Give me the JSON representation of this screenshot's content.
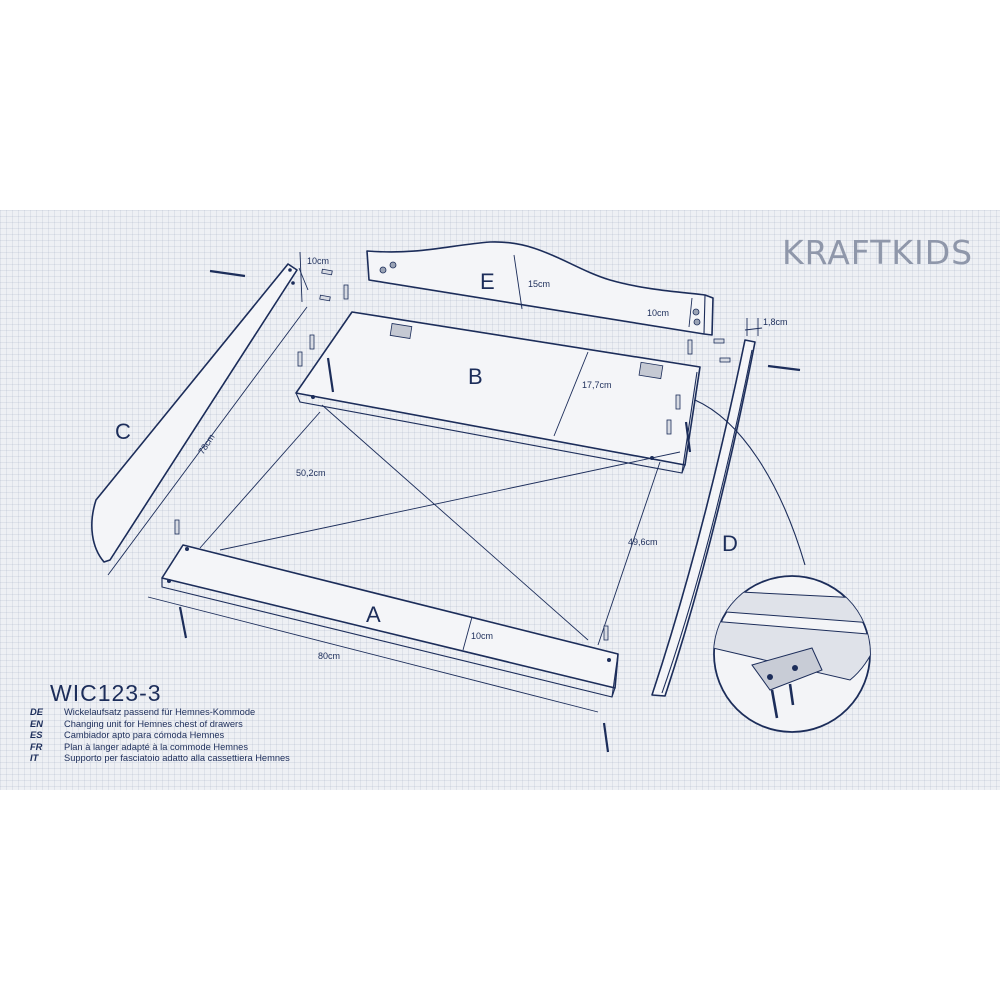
{
  "brand": {
    "name": "KRAFTKIDS"
  },
  "product": {
    "model": "WIC123-3"
  },
  "descriptions": [
    {
      "code": "DE",
      "text": "Wickelaufsatz passend für Hemnes-Kommode"
    },
    {
      "code": "EN",
      "text": "Changing unit for Hemnes chest of drawers"
    },
    {
      "code": "ES",
      "text": "Cambiador apto para cómoda Hemnes"
    },
    {
      "code": "FR",
      "text": "Plan à langer adapté à la commode Hemnes"
    },
    {
      "code": "IT",
      "text": "Supporto per fasciatoio adatto alla cassettiera Hemnes"
    }
  ],
  "parts": {
    "a": "A",
    "b": "B",
    "c": "C",
    "d": "D",
    "e": "E"
  },
  "dimensions": {
    "c_width": "10cm",
    "e_height": "15cm",
    "e_end": "10cm",
    "d_thickness": "1,8cm",
    "b_depth": "17,7cm",
    "c_length": "78cm",
    "diag_left": "50,2cm",
    "diag_right": "49,6cm",
    "a_height": "10cm",
    "a_length": "80cm"
  },
  "colors": {
    "ink": "#1c2d5a",
    "paper": "#eef0f4",
    "logo": "#8f97aa"
  }
}
